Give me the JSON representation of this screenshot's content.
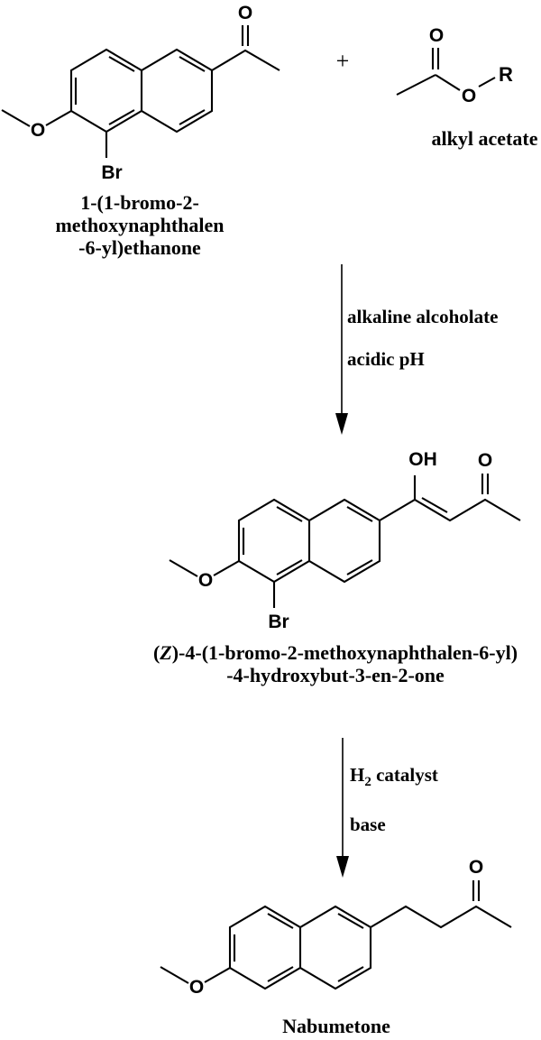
{
  "scheme": {
    "plus_sign": "+",
    "reactant1": {
      "caption": [
        "1-(1-bromo-2-",
        "methoxynaphthalen",
        "-6-yl)ethanone"
      ],
      "atoms": {
        "ketone_o": "O",
        "methoxy_o": "O",
        "bromine": "Br"
      }
    },
    "reactant2": {
      "caption": "alkyl acetate",
      "atoms": {
        "carbonyl_o": "O",
        "ester_o": "O",
        "r_group": "R"
      }
    },
    "step1": {
      "reagent1": "alkaline alcoholate",
      "reagent2": "acidic pH"
    },
    "intermediate": {
      "caption_line1_open": "(",
      "caption_line1_z": "Z",
      "caption_line1_rest": ")-4-(1-bromo-2-methoxynaphthalen-6-yl)",
      "caption_line2": "-4-hydroxybut-3-en-2-one",
      "atoms": {
        "enol_oh": "OH",
        "ketone_o": "O",
        "methoxy_o": "O",
        "bromine": "Br"
      }
    },
    "step2": {
      "reagent1_h": "H",
      "reagent1_sub": "2",
      "reagent1_rest": " catalyst",
      "reagent2": "base"
    },
    "product": {
      "caption": "Nabumetone",
      "atoms": {
        "ketone_o": "O",
        "methoxy_o": "O"
      }
    }
  }
}
